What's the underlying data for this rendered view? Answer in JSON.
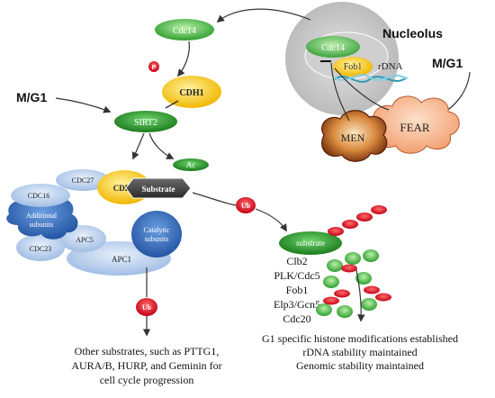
{
  "labels": {
    "nucleolus": "Nucleolus",
    "mg1_left": "M/G1",
    "mg1_right": "M/G1",
    "cdc14_top": "Cdc14",
    "cdc14_nucleolus": "Cdc14",
    "fob1": "Fob1",
    "rdna": "rDNA",
    "p_badge": "P",
    "cdh1_top": "CDH1",
    "sirt2": "SIRT2",
    "ac": "Ac",
    "men": "MEN",
    "fear": "FEAR",
    "cdc27": "CDC27",
    "cdh1_apc": "CDH1",
    "substrate_hex": "Substrate",
    "cdc16": "CDC16",
    "additional_subunits": "Additional subunits",
    "catalytic_subunits": "Catalytic subunits",
    "cdc23": "CDC23",
    "apc5": "APC5",
    "apc1": "APC1",
    "ub_right": "Ub",
    "ub_bottom": "Ub",
    "substrate_green": "substrate"
  },
  "substrate_list": [
    "Clb2",
    "PLK/Cdc5",
    "Fob1",
    "Elp3/Gcn5",
    "Cdc20"
  ],
  "outcomes": [
    "G1 specific histone modifications established",
    "rDNA stability maintained",
    "Genomic stability maintained"
  ],
  "other_substrates": [
    "Other substrates, such as PTTG1,",
    "AURA/B, HURP, and Geminin for",
    "cell cycle progression"
  ],
  "colors": {
    "green": "#2aa52a",
    "yellow": "#f6c200",
    "blue_light": "#a9c4e6",
    "blue_dark": "#2a63b5",
    "red": "#d80a1e",
    "orange_fear": "#f7b48a",
    "brown_men": "#8a3a10"
  }
}
